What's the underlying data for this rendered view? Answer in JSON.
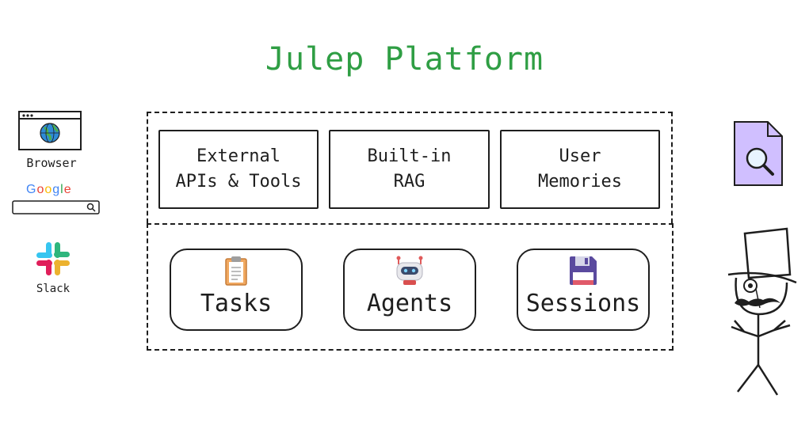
{
  "title": "Julep Platform",
  "features": [
    {
      "line1": "External",
      "line2": "APIs & Tools"
    },
    {
      "line1": "Built-in",
      "line2": "RAG"
    },
    {
      "line1": "User",
      "line2": "Memories"
    }
  ],
  "cores": [
    {
      "label": "Tasks",
      "icon": "clipboard-icon"
    },
    {
      "label": "Agents",
      "icon": "robot-icon"
    },
    {
      "label": "Sessions",
      "icon": "floppy-disk-icon"
    }
  ],
  "clients": {
    "browser_label": "Browser",
    "google_logo_text": "Google",
    "slack_label": "Slack"
  },
  "colors": {
    "title": "#2f9e44",
    "document": "#d0bfff"
  }
}
